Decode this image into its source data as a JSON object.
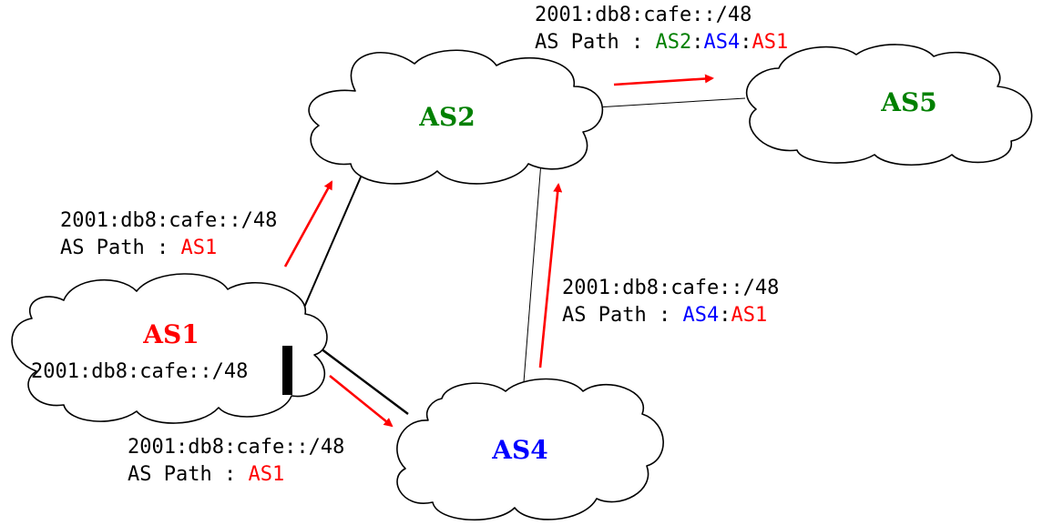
{
  "colors": {
    "as1": "#ff0000",
    "as2": "#008000",
    "as4": "#0000ff",
    "as5": "#008000",
    "arrow": "#ff0000",
    "link": "#000000"
  },
  "nodes": {
    "as1": {
      "label": "AS1",
      "prefix": "2001:db8:cafe::/48"
    },
    "as2": {
      "label": "AS2"
    },
    "as4": {
      "label": "AS4"
    },
    "as5": {
      "label": "AS5"
    }
  },
  "announcements": {
    "as1_to_as2": {
      "prefix": "2001:db8:cafe::/48",
      "path_label": "AS Path : ",
      "path": [
        "AS1"
      ]
    },
    "as1_to_as4": {
      "prefix": "2001:db8:cafe::/48",
      "path_label": "AS Path : ",
      "path": [
        "AS1"
      ]
    },
    "as4_to_as2": {
      "prefix": "2001:db8:cafe::/48",
      "path_label": "AS Path : ",
      "path": [
        "AS4",
        "AS1"
      ]
    },
    "as2_to_as5": {
      "prefix": "2001:db8:cafe::/48",
      "path_label": "AS Path : ",
      "path": [
        "AS2",
        "AS4",
        "AS1"
      ]
    }
  },
  "path_separator": ":"
}
